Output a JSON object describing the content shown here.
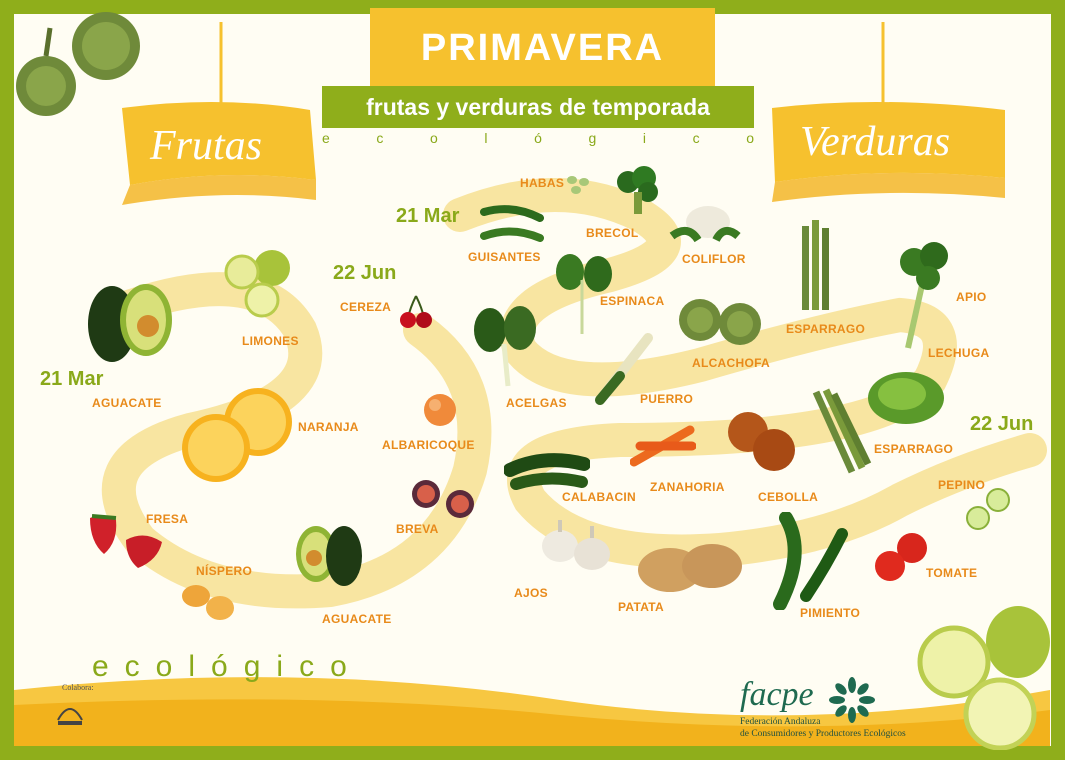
{
  "header": {
    "title": "PRIMAVERA",
    "subtitle": "frutas y verduras de temporada",
    "tagline_letters": [
      "e",
      "c",
      "o",
      "l",
      "ó",
      "g",
      "i",
      "c",
      "o"
    ]
  },
  "banners": {
    "left": "Frutas",
    "right": "Verduras"
  },
  "dates": {
    "fruits_start": "21 Mar",
    "fruits_end": "22 Jun",
    "veg_start": "21 Mar",
    "veg_end": "22 Jun"
  },
  "fruits": {
    "aguacate_top": "AGUACATE",
    "limones": "LIMONES",
    "naranja": "NARANJA",
    "fresa": "FRESA",
    "nispero": "NÍSPERO",
    "aguacate_bottom": "AGUACATE",
    "breva": "BREVA",
    "albaricoque": "ALBARICOQUE",
    "cereza": "CEREZA"
  },
  "vegetables": {
    "habas": "HABAS",
    "guisantes": "GUISANTES",
    "brecol": "BRECOL",
    "coliflor": "COLIFLOR",
    "espinaca": "ESPINACA",
    "esparrago_top": "ESPARRAGO",
    "apio": "APIO",
    "alcachofa": "ALCACHOFA",
    "lechuga": "LECHUGA",
    "acelgas": "ACELGAS",
    "puerro": "PUERRO",
    "esparrago_mid": "ESPARRAGO",
    "zanahoria": "ZANAHORIA",
    "calabacin": "CALABACIN",
    "cebolla": "CEBOLLA",
    "pepino": "PEPINO",
    "ajos": "AJOS",
    "patata": "PATATA",
    "pimiento": "PIMIENTO",
    "tomate": "TOMATE"
  },
  "footer": {
    "ecologico": "ecológico",
    "collaborator": "Colabora:",
    "logo": "facpe",
    "org_line1": "Federación Andaluza",
    "org_line2": "de Consumidores y Productores Ecológicos"
  },
  "colors": {
    "frame": "#8fae1b",
    "accent": "#f6c12e",
    "label": "#e88a1a",
    "date": "#8aa91a"
  }
}
